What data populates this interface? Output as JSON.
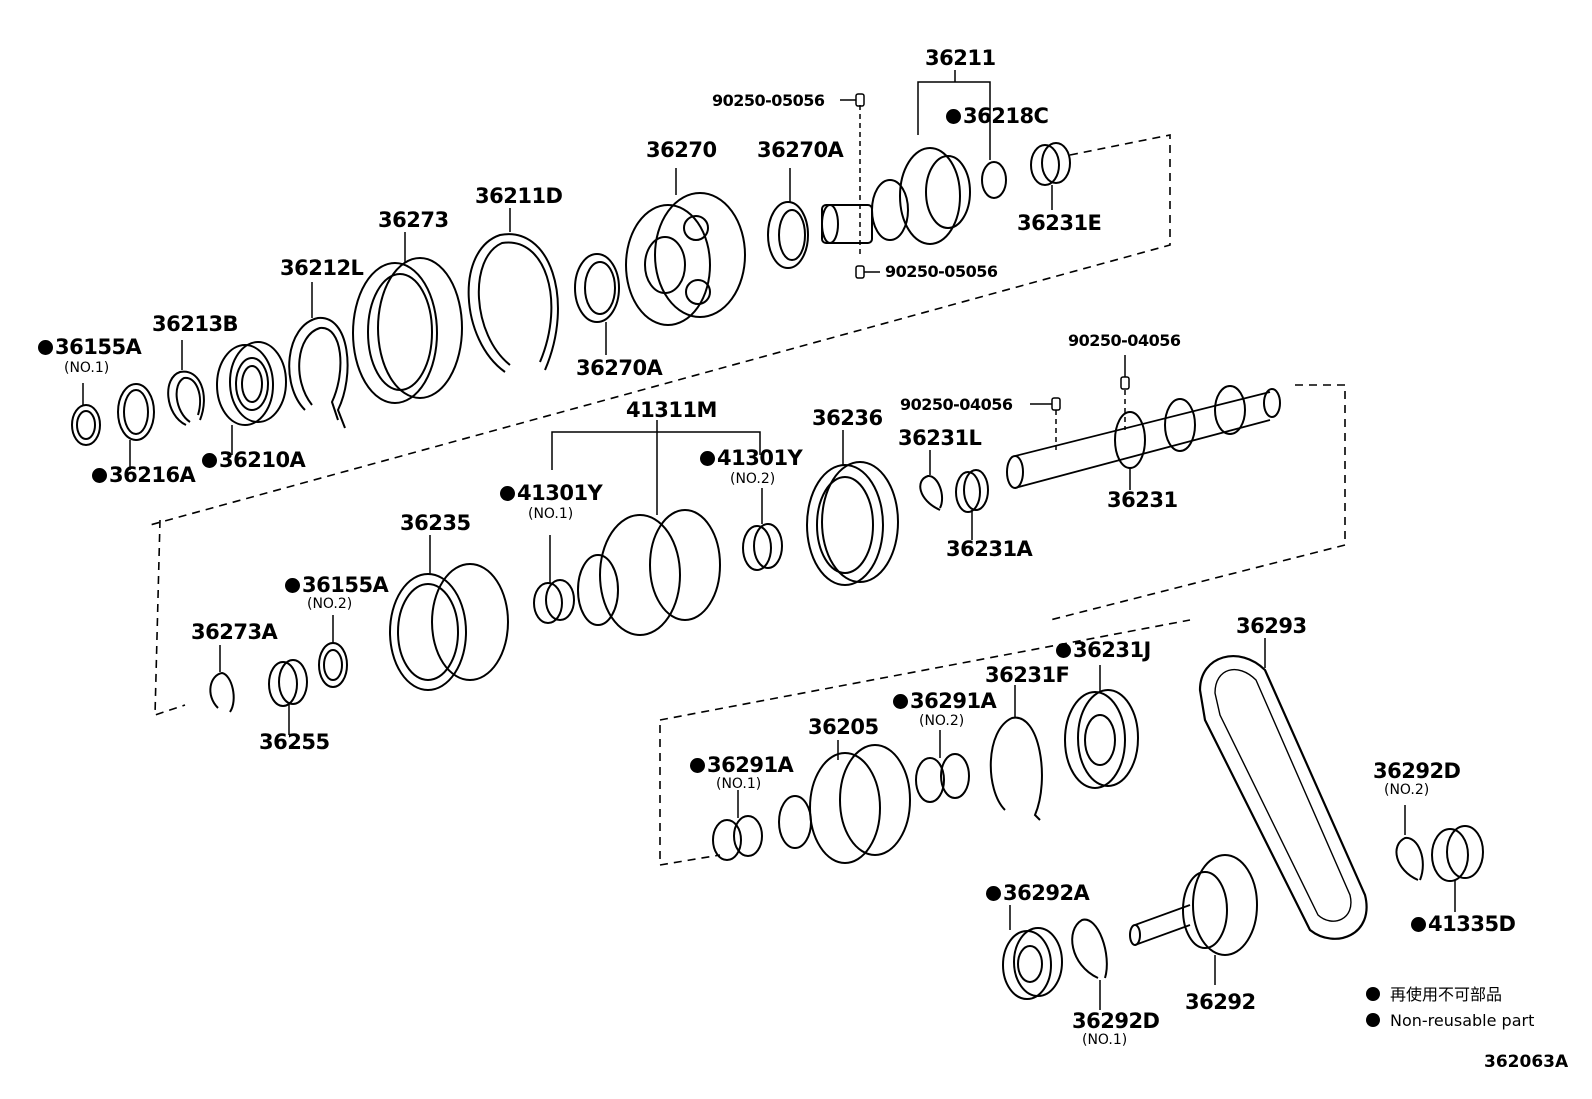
{
  "colors": {
    "ink": "#000000",
    "background": "#ffffff"
  },
  "diagram_code": "362063A",
  "legend": {
    "items": [
      {
        "icon": "filled-circle",
        "text": "再使用不可部品"
      },
      {
        "icon": "filled-circle",
        "text": "Non-reusable part"
      }
    ]
  },
  "labels": {
    "p36211": "36211",
    "p90250_05056_a": "90250-05056",
    "p36218C": "36218C",
    "p36270": "36270",
    "p36270A_top": "36270A",
    "p36231E": "36231E",
    "p90250_05056_b": "90250-05056",
    "p36211D": "36211D",
    "p36273": "36273",
    "p36212L": "36212L",
    "p36213B": "36213B",
    "p36155A_1": "36155A",
    "p36155A_1_sub": "(NO.1)",
    "p36270A_bottom": "36270A",
    "p36216A": "36216A",
    "p36210A": "36210A",
    "p90250_04056_a": "90250-04056",
    "p90250_04056_b": "90250-04056",
    "p41311M": "41311M",
    "p36236": "36236",
    "p36231L": "36231L",
    "p41301Y_2": "41301Y",
    "p41301Y_2_sub": "(NO.2)",
    "p41301Y_1": "41301Y",
    "p41301Y_1_sub": "(NO.1)",
    "p36231": "36231",
    "p36231A": "36231A",
    "p36235": "36235",
    "p36155A_2": "36155A",
    "p36155A_2_sub": "(NO.2)",
    "p36273A": "36273A",
    "p36255": "36255",
    "p36293": "36293",
    "p36231J": "36231J",
    "p36231F": "36231F",
    "p36291A_2": "36291A",
    "p36291A_2_sub": "(NO.2)",
    "p36205": "36205",
    "p36291A_1": "36291A",
    "p36291A_1_sub": "(NO.1)",
    "p36292D_2": "36292D",
    "p36292D_2_sub": "(NO.2)",
    "p36292A": "36292A",
    "p41335D": "41335D",
    "p36292D_1": "36292D",
    "p36292D_1_sub": "(NO.1)",
    "p36292": "36292"
  }
}
